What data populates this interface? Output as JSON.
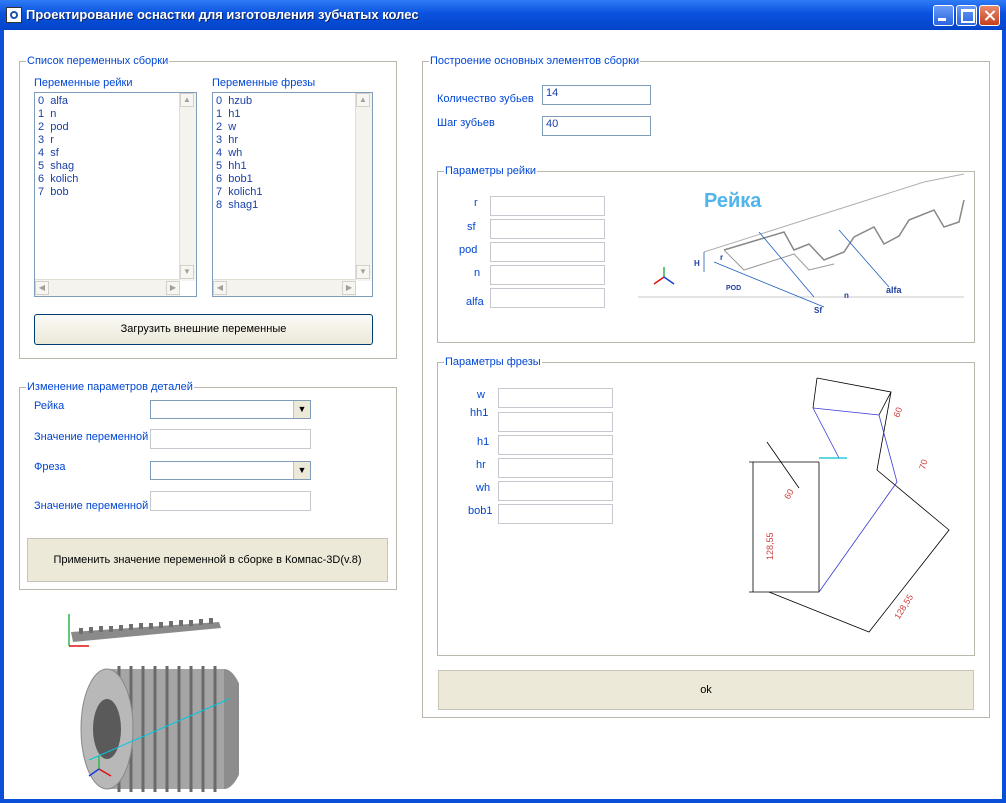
{
  "window": {
    "title": "Проектирование оснастки для изготовления зубчатых колес"
  },
  "variables_group": {
    "legend": "Список переменных сборки",
    "rack_label": "Переменные рейки",
    "cutter_label": "Переменные фрезы",
    "rack_vars": [
      "0  alfa",
      "1  n",
      "2  pod",
      "3  r",
      "4  sf",
      "5  shag",
      "6  kolich",
      "7  bob"
    ],
    "cutter_vars": [
      "0  hzub",
      "1  h1",
      "2  w",
      "3  hr",
      "4  wh",
      "5  hh1",
      "6  bob1",
      "7  kolich1",
      "8  shag1"
    ],
    "load_button": "Загрузить внешние переменные"
  },
  "edit_group": {
    "legend": "Изменение параметров деталей",
    "rack_label": "Рейка",
    "value_label": "Значение переменной",
    "cutter_label": "Фреза",
    "value_label2": "Значение переменной",
    "apply_button": "Применить значение переменной в сборке в Компас-3D(v.8)"
  },
  "build_group": {
    "legend": "Построение основных элементов сборки",
    "teeth_count_label": "Количество зубьев",
    "teeth_count_value": "14",
    "pitch_label": "Шаг зубьев",
    "pitch_value": "40",
    "rack_params": {
      "legend": "Параметры рейки",
      "fields": [
        "r",
        "sf",
        "pod",
        "n",
        "alfa"
      ],
      "image_title": "Рейка",
      "image_labels": {
        "h": "H",
        "r": "r",
        "pod": "POD",
        "sf": "Sf",
        "n": "n",
        "alfa": "alfa"
      }
    },
    "cutter_params": {
      "legend": "Параметры фрезы",
      "fields": [
        "w",
        "hh1",
        "h1",
        "hr",
        "wh",
        "bob1"
      ],
      "dims": {
        "d1": "128,55",
        "d2": "128,55",
        "d3": "70",
        "d4": "60",
        "d5": "60"
      }
    },
    "ok_button": "ok"
  },
  "colors": {
    "accent": "#0046d5",
    "titlebar": "#0a52de",
    "button_face": "#ece9d8"
  }
}
